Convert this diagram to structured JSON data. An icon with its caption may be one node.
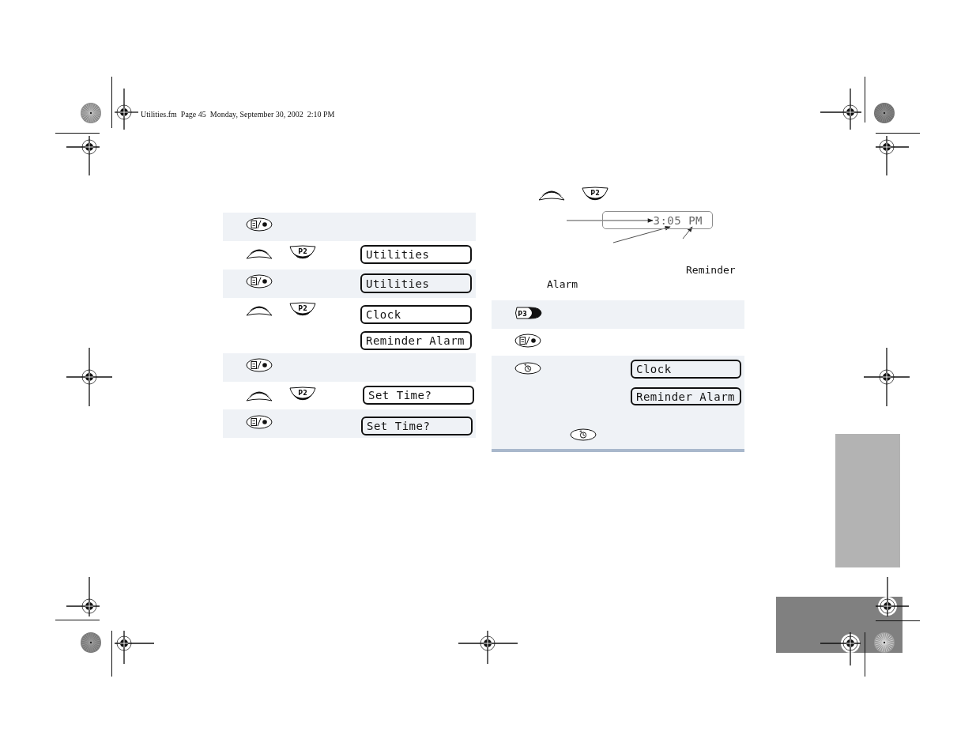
{
  "diagram": {
    "nodes": [
      {
        "text": [
          "Utilities"
        ]
      },
      {
        "text": [
          "Utilities"
        ]
      },
      {
        "text": [
          "Clock"
        ]
      },
      {
        "text": [
          "Reminder Alarm"
        ]
      },
      {
        "text": [
          "Set Time?"
        ]
      },
      {
        "text": [
          "Set Time?"
        ]
      },
      {
        "text": [
          "3:05 PM"
        ]
      },
      {
        "text": [
          "Clock"
        ]
      },
      {
        "text": [
          "Reminder Alarm"
        ]
      },
      {
        "text": [],
        "shape": "box"
      },
      {
        "text": [],
        "shape": "box"
      }
    ],
    "edges": [
      {
        "from": null,
        "to": 6,
        "arrow": "to"
      },
      {
        "from": null,
        "to": 6,
        "arrow": "to"
      },
      {
        "from": null,
        "to": 6,
        "arrow": "to"
      }
    ],
    "labels": [
      "Utilities.fm  Page 45  Monday, September 30, 2002  2:10 PM",
      "P2",
      "P2",
      "P2",
      "P2",
      "Reminder",
      "Alarm",
      "P3"
    ]
  }
}
